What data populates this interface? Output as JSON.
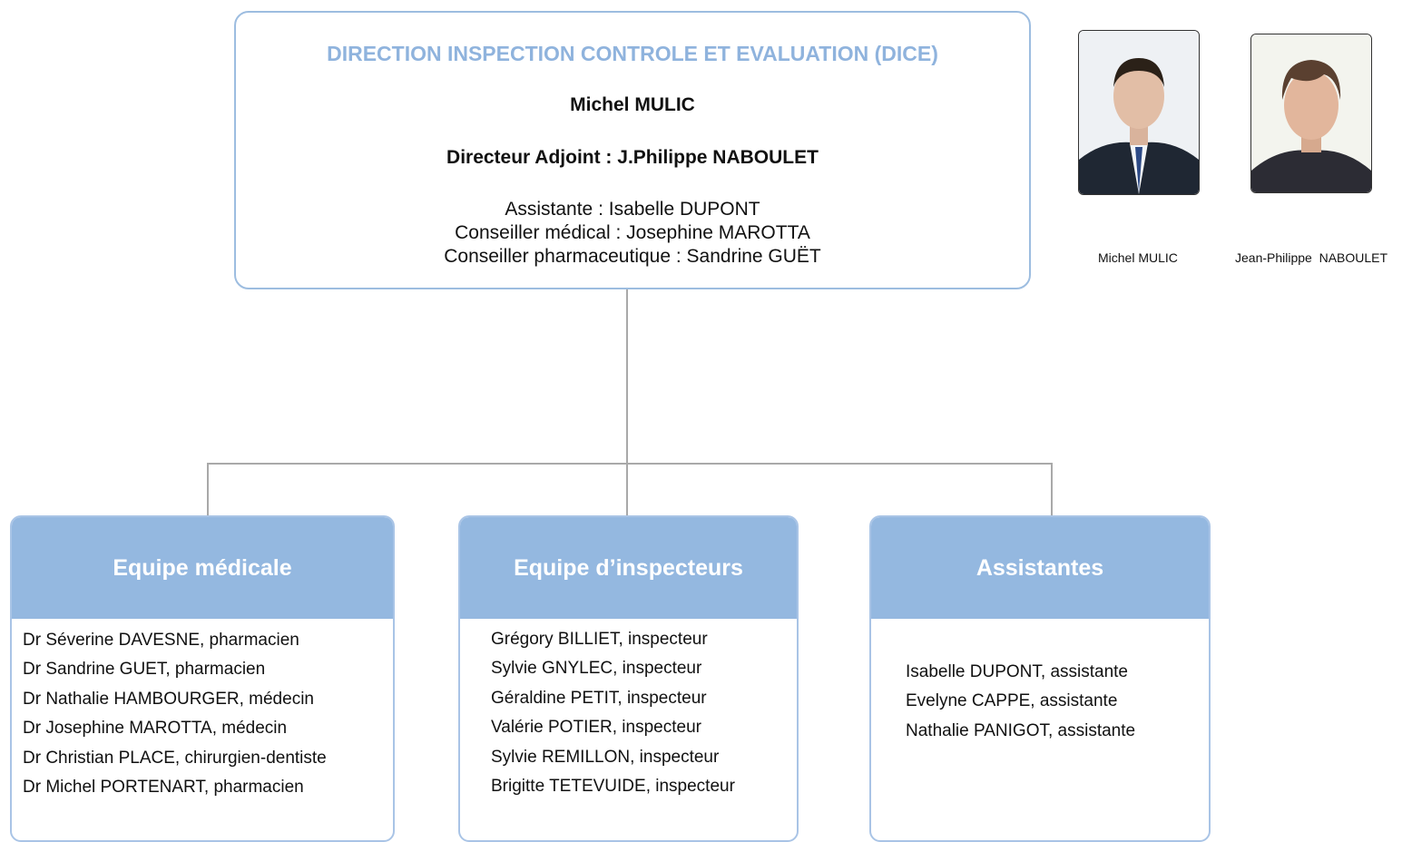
{
  "direction": {
    "title": "DIRECTION INSPECTION CONTROLE ET EVALUATION (DICE)",
    "director": "Michel MULIC",
    "deputy": "Directeur Adjoint : J.Philippe NABOULET",
    "staff": [
      "Assistante : Isabelle DUPONT",
      "Conseiller médical : Josephine MAROTTA",
      "Conseiller pharmaceutique : Sandrine GUËT"
    ]
  },
  "photos": [
    {
      "caption": "Michel MULIC"
    },
    {
      "caption": "Jean-Philippe  NABOULET"
    }
  ],
  "teams": [
    {
      "title": "Equipe médicale",
      "members": [
        "Dr Séverine DAVESNE, pharmacien",
        "Dr Sandrine GUET, pharmacien",
        "Dr Nathalie HAMBOURGER, médecin",
        "Dr Josephine MAROTTA, médecin",
        "Dr Christian PLACE, chirurgien-dentiste",
        "Dr Michel PORTENART, pharmacien"
      ]
    },
    {
      "title": "Equipe d’inspecteurs",
      "members": [
        "Grégory BILLIET, inspecteur",
        "Sylvie GNYLEC, inspecteur",
        "Géraldine PETIT, inspecteur",
        "Valérie POTIER, inspecteur",
        "Sylvie REMILLON, inspecteur",
        "Brigitte TETEVUIDE, inspecteur"
      ]
    },
    {
      "title": "Assistantes",
      "members": [
        "Isabelle DUPONT, assistante",
        "Evelyne CAPPE, assistante",
        "Nathalie PANIGOT, assistante"
      ]
    }
  ],
  "colors": {
    "title_blue": "#8fb3dd",
    "header_blue": "#94b8e0",
    "border_blue": "#9dbde0",
    "connector_gray": "#a9a9a9"
  }
}
